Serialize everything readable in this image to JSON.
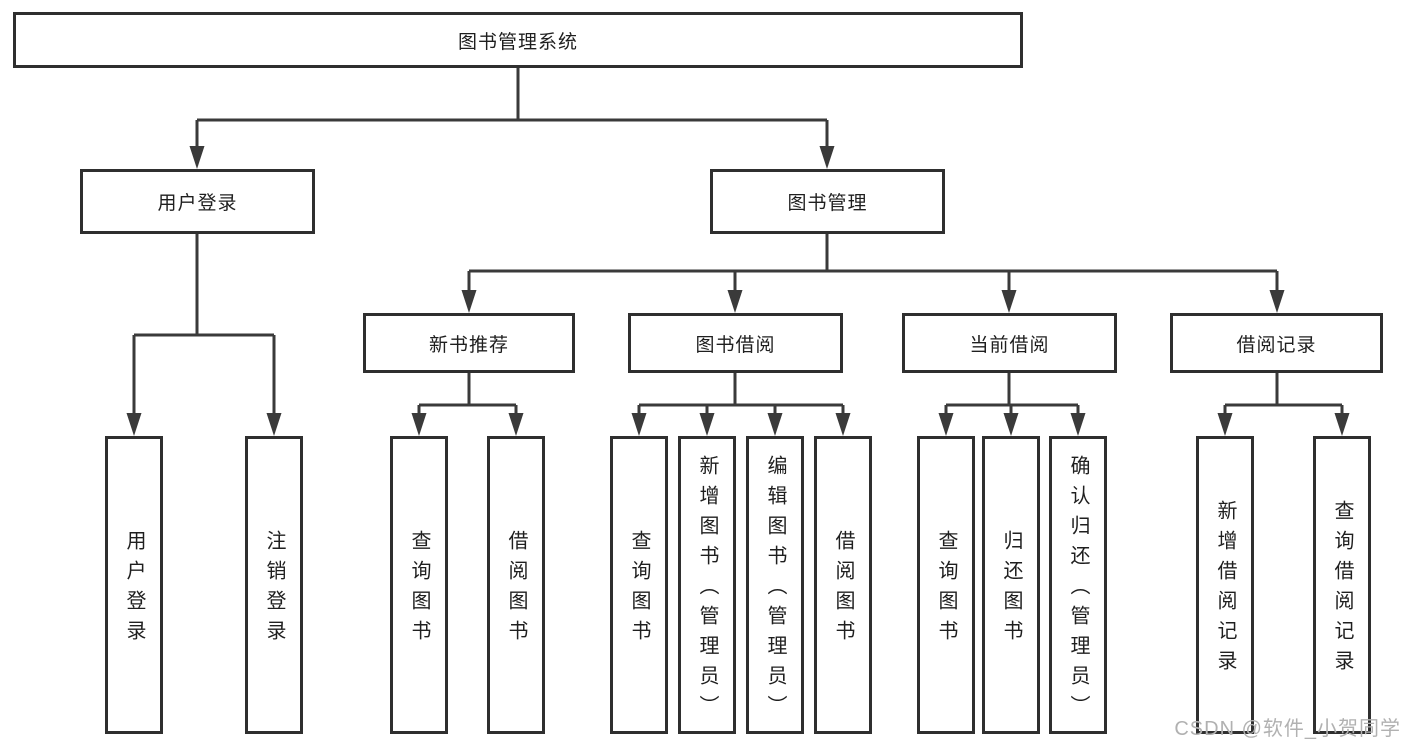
{
  "diagram": {
    "root": {
      "label": "图书管理系统"
    },
    "branches": {
      "user_login": {
        "label": "用户登录",
        "children": [
          {
            "label": "用户登录"
          },
          {
            "label": "注销登录"
          }
        ]
      },
      "book_management": {
        "label": "图书管理",
        "children": [
          {
            "label": "新书推荐",
            "children": [
              {
                "label": "查询图书"
              },
              {
                "label": "借阅图书"
              }
            ]
          },
          {
            "label": "图书借阅",
            "children": [
              {
                "label": "查询图书"
              },
              {
                "label": "新增图书（管理员）"
              },
              {
                "label": "编辑图书（管理员）"
              },
              {
                "label": "借阅图书"
              }
            ]
          },
          {
            "label": "当前借阅",
            "children": [
              {
                "label": "查询图书"
              },
              {
                "label": "归还图书"
              },
              {
                "label": "确认归还（管理员）"
              }
            ]
          },
          {
            "label": "借阅记录",
            "children": [
              {
                "label": "新增借阅记录"
              },
              {
                "label": "查询借阅记录"
              }
            ]
          }
        ]
      }
    },
    "colors": {
      "line": "#3a3a3a",
      "box_border": "#2f2f2f",
      "text": "#1f1f1f",
      "watermark": "#b1b1b1",
      "background": "#ffffff"
    }
  },
  "watermark": "CSDN @软件_小贺同学"
}
